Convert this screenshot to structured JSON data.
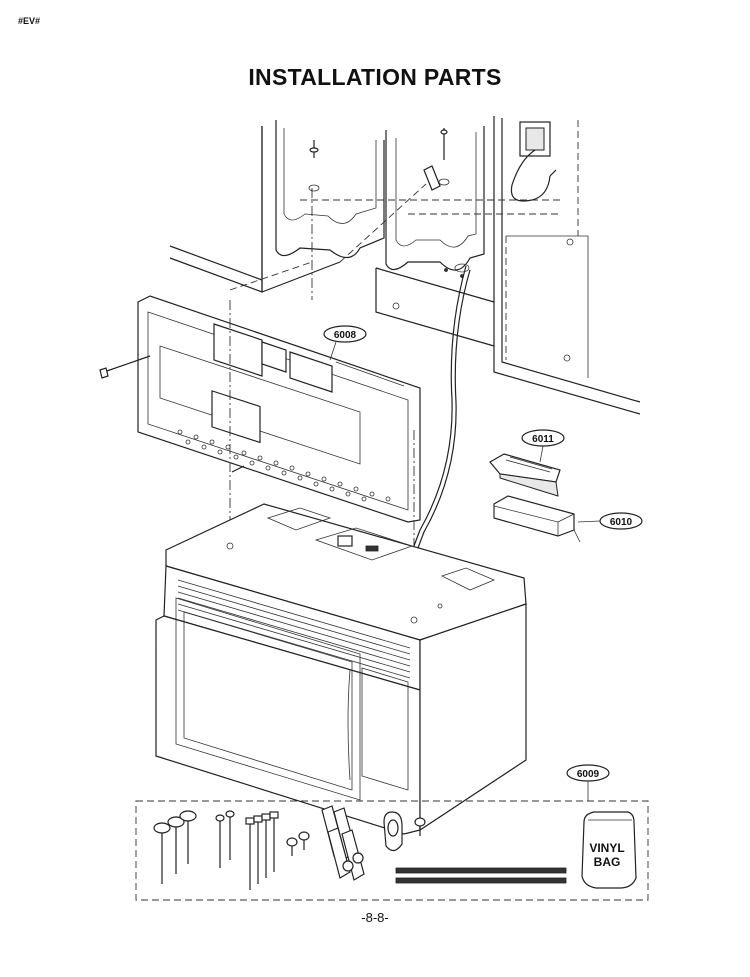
{
  "doc_tag": "#EV#",
  "title": "INSTALLATION PARTS",
  "callouts": {
    "mounting_plate": "6008",
    "damper_cover": "6011",
    "damper_housing": "6010",
    "hardware_kit": "6009"
  },
  "vinyl_bag": {
    "line1": "VINYL",
    "line2": "BAG"
  },
  "page_number": "-8-8-"
}
